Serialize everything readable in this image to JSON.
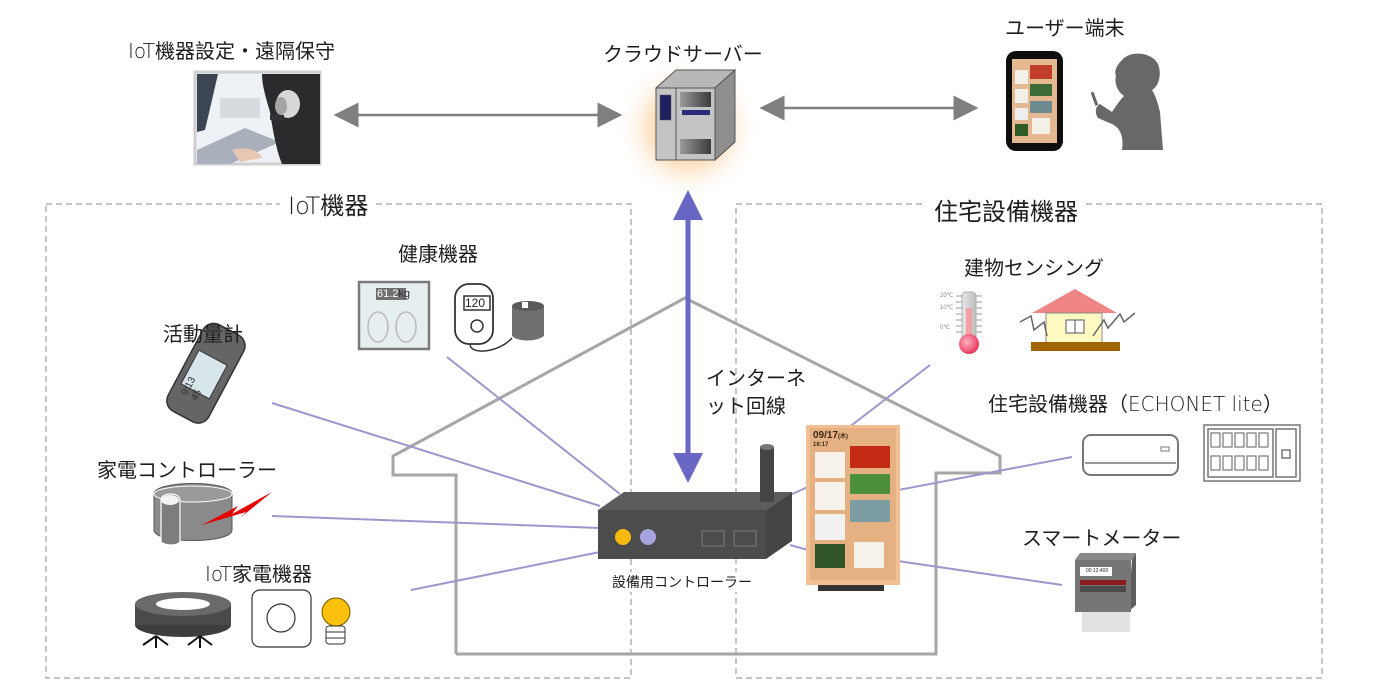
{
  "diagram": {
    "top": {
      "remote_maintenance": {
        "label": "IoT機器設定・遠隔保守",
        "icon": "operator-headset-photo"
      },
      "cloud_server": {
        "label": "クラウドサーバー",
        "icon": "server-icon"
      },
      "user_terminal": {
        "label": "ユーザー端末",
        "icon": "smartphone-with-person-icon"
      }
    },
    "groups": {
      "iot_devices": {
        "title": "IoT機器",
        "items": {
          "health": {
            "label": "健康機器",
            "scale_reading": "61.2",
            "scale_unit": "kg",
            "bp_reading": "120"
          },
          "activity": {
            "label": "活動量計",
            "band_line1": "9:13",
            "band_line2": "45"
          },
          "appliance_controller": {
            "label": "家電コントローラー"
          },
          "iot_appliances": {
            "label": "IoT家電機器"
          }
        }
      },
      "housing_equipment": {
        "title": "住宅設備機器",
        "items": {
          "building_sensing": {
            "label": "建物センシング",
            "thermo_ticks": [
              "20℃",
              "10℃",
              "0℃"
            ]
          },
          "echonet": {
            "label": "住宅設備機器（ECHONET lite）"
          },
          "smart_meter": {
            "label": "スマートメーター",
            "reading": "00:12:400"
          }
        }
      }
    },
    "center": {
      "internet_line": {
        "label_line1": "インターネ",
        "label_line2": "ット回線"
      },
      "controller": {
        "label": "設備用コントローラー"
      },
      "signage": {
        "date": "09/17",
        "weekday": "(木)",
        "time": "16:17"
      }
    },
    "colors": {
      "connection_line": "#9b98cc",
      "internet_arrow": "#6a66c4",
      "top_arrow": "#7f7f7f",
      "house_outline": "#a6a6a6",
      "group_border": "#b4b4b4",
      "glow": "#f6b266"
    }
  }
}
